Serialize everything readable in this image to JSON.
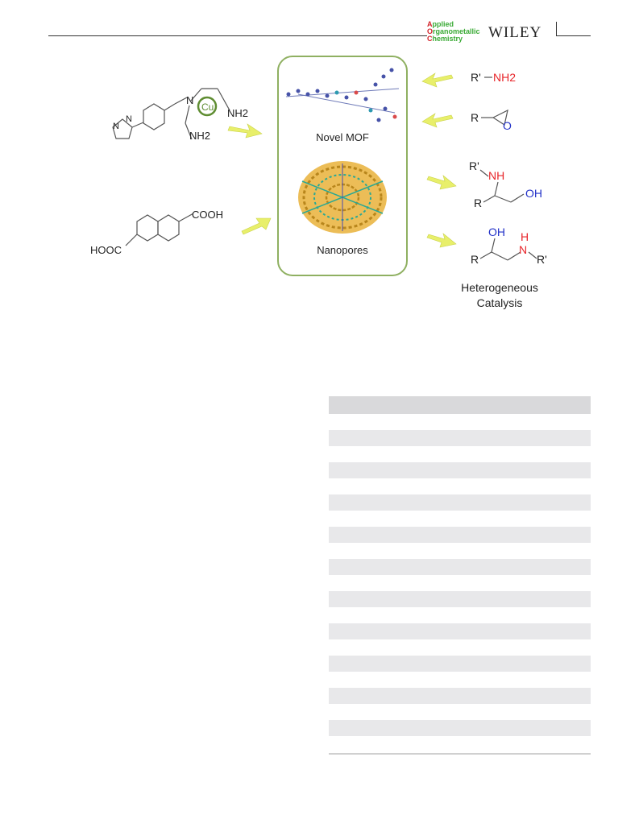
{
  "header": {
    "journal_line1": "pplied",
    "journal_line2": "rganometallic",
    "journal_line3": "hemistry",
    "journal_cap1": "A",
    "journal_cap2": "O",
    "journal_cap3": "C",
    "publisher": "WILEY"
  },
  "graphic": {
    "left_top_metal": "Cu",
    "left_top_nh2_a": "NH2",
    "left_top_nh2_b": "NH2",
    "left_top_n": "N",
    "left_top_imid_n1": "N",
    "left_top_imid_n2": "N",
    "left_bottom_cooh": "COOH",
    "left_bottom_hooc": "HOOC",
    "center_top_label": "Novel MOF",
    "center_bottom_label": "Nanopores",
    "right_r1_prefix": "R'",
    "right_r1_group": "NH2",
    "right_r2_prefix": "R",
    "right_r2_o": "O",
    "right_p1_r_prime": "R'",
    "right_p1_nh": "NH",
    "right_p1_r": "R",
    "right_p1_oh": "OH",
    "right_p2_oh": "OH",
    "right_p2_h": "H",
    "right_p2_n": "N",
    "right_p2_r": "R",
    "right_p2_r_prime": "R'",
    "caption_line1": "Heterogeneous",
    "caption_line2": "Catalysis"
  },
  "colors": {
    "frame_green": "#8fb061",
    "arrow_yellow": "#e8ef6a",
    "amine_red": "#e8252a",
    "epoxide_blue": "#2332c8",
    "cu_green": "#5f8d32"
  }
}
